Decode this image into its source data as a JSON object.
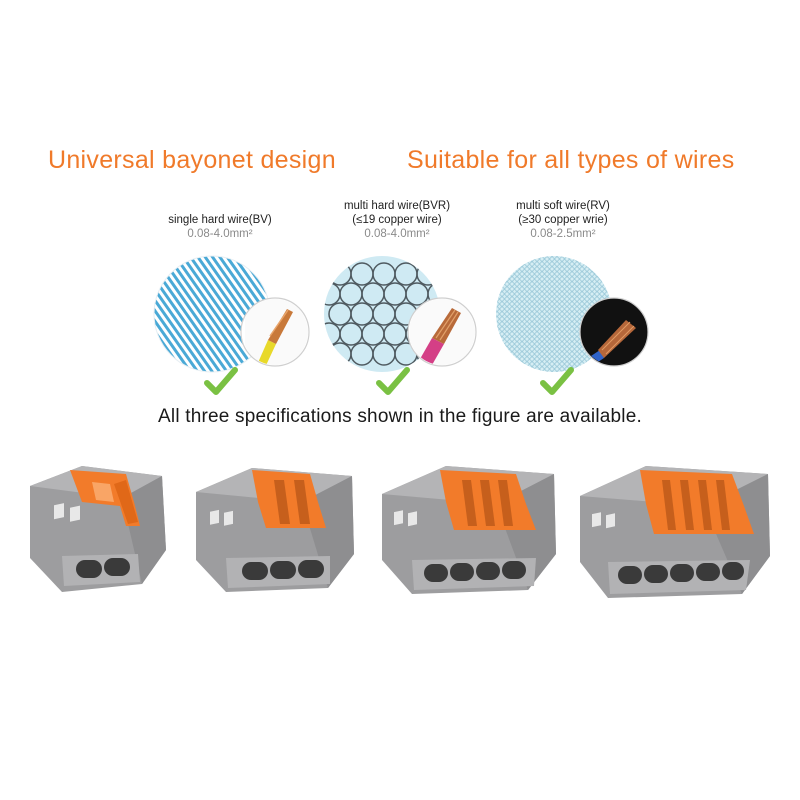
{
  "headings": {
    "left": "Universal bayonet design",
    "right": "Suitable for all types of wires"
  },
  "wire_types": [
    {
      "name": "single hard wire(BV)",
      "sub": "",
      "range": "0.08-4.0mm²",
      "pattern": "diagonal-lines",
      "insert": "yellow-insulated-solid-copper",
      "check": "green"
    },
    {
      "name": "multi hard wire(BVR)",
      "sub": "(≤19 copper wire)",
      "range": "0.08-4.0mm²",
      "pattern": "large-circles",
      "insert": "pink-insulated-stranded-copper",
      "check": "green"
    },
    {
      "name": "multi soft wire(RV)",
      "sub": "(≥30 copper wrie)",
      "range": "0.08-2.5mm²",
      "pattern": "fine-circles",
      "insert": "blue-insulated-fine-copper",
      "check": "green"
    }
  ],
  "note": "All three specifications shown in the figure are available.",
  "connectors": [
    {
      "poles": 2,
      "body_color": "#9d9d9f",
      "lever_color": "#f27b2a"
    },
    {
      "poles": 3,
      "body_color": "#9d9d9f",
      "lever_color": "#f27b2a"
    },
    {
      "poles": 4,
      "body_color": "#9d9d9f",
      "lever_color": "#f27b2a"
    },
    {
      "poles": 5,
      "body_color": "#9d9d9f",
      "lever_color": "#f27b2a"
    }
  ],
  "colors": {
    "heading": "#f07a2a",
    "pattern": "#4aa9d6",
    "check": "#7ac143"
  }
}
